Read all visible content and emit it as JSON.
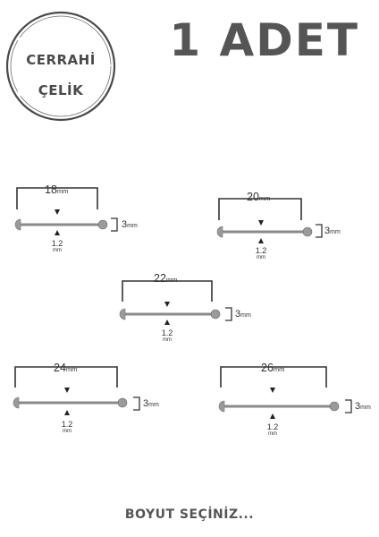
{
  "badge": {
    "line1": "CERRAHİ",
    "line2": "ÇELİK"
  },
  "headline": "1 ADET",
  "thickness": {
    "value": "1.2",
    "unit": "mm"
  },
  "ball": {
    "value": "3",
    "unit": "mm"
  },
  "options": [
    {
      "length": "18",
      "unit": "mm"
    },
    {
      "length": "20",
      "unit": "mm"
    },
    {
      "length": "22",
      "unit": "mm"
    },
    {
      "length": "24",
      "unit": "mm"
    },
    {
      "length": "26",
      "unit": "mm"
    }
  ],
  "footer": "BOYUT SEÇİNİZ...",
  "colors": {
    "text": "#555555",
    "bar": "#8a8a8a",
    "ball": "#9a9a9a"
  }
}
